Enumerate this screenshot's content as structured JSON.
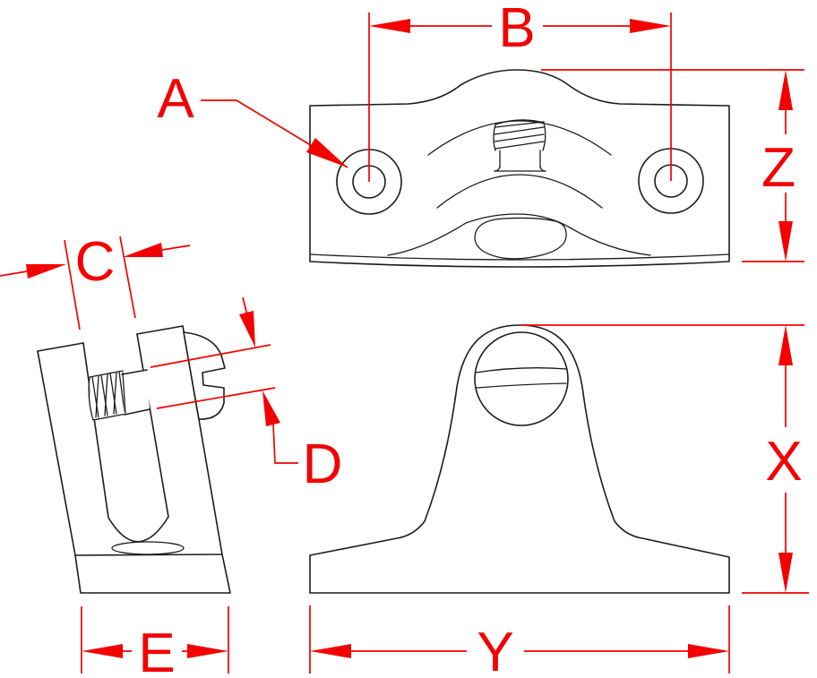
{
  "drawing": {
    "kind": "three-view dimensioned technical drawing of a marine deck-hinge bracket",
    "colors": {
      "dimension_accent": "#f40000",
      "geometry_line": "#1c1c1c",
      "background": "#ffffff"
    }
  },
  "labels": {
    "A": "A",
    "B": "B",
    "C": "C",
    "D": "D",
    "E": "E",
    "X": "X",
    "Y": "Y",
    "Z": "Z"
  }
}
